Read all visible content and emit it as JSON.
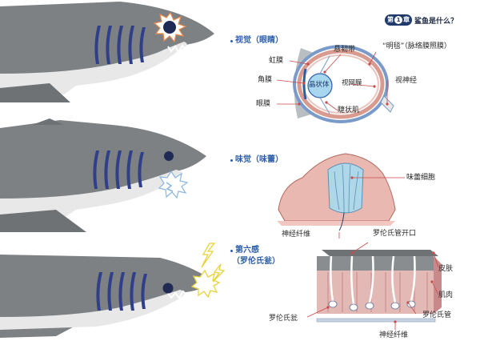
{
  "header": {
    "chapter_prefix": "第",
    "chapter_number": "1",
    "chapter_suffix": "章",
    "chapter_title": "鲨鱼是什么？"
  },
  "sections": {
    "vision": {
      "title": "视觉（眼睛）",
      "labels": {
        "iris": "虹膜",
        "cornea": "角膜",
        "eyelid": "眼膜",
        "suspensory": "悬韧带",
        "lens": "晶状体",
        "retina": "视网膜",
        "tapetum": "“明毯”（脉络膜照膜）",
        "optic_nerve": "视神经",
        "ciliary": "睫状肌"
      }
    },
    "taste": {
      "title": "味觉（味蕾）",
      "labels": {
        "taste_cell": "味蕾细胞",
        "nerve_fiber": "神经纤维"
      }
    },
    "sixth": {
      "title_line1": "第六感",
      "title_line2": "（罗伦氏瓮）",
      "labels": {
        "opening": "罗伦氏管开口",
        "skin": "皮肤",
        "muscle": "肌肉",
        "ampulla": "罗伦氏瓮",
        "canal": "罗伦氏管",
        "nerve_fiber": "神经纤维"
      }
    }
  },
  "colors": {
    "shark_body": "#7e8184",
    "shark_belly": "#ececec",
    "gill": "#2f3f8a",
    "eye_outline": "#7a9bc9",
    "lens": "#a8d6ef",
    "tissue": "#d99a90",
    "accent_label": "#2d5fa8",
    "burst_orange": "#e98a4a",
    "burst_blue": "#8ab6e0",
    "bolt_yellow": "#e8d23a"
  },
  "icons": {
    "vision_burst": "starburst-icon",
    "taste_burst": "starburst-icon",
    "sixth_bolts": "lightning-icon"
  }
}
